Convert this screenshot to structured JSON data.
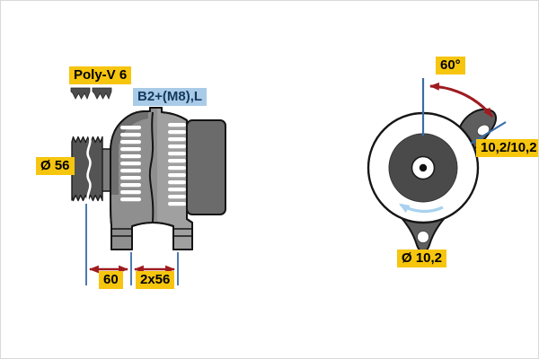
{
  "diagram_title": "alternator-technical-drawing",
  "side_view": {
    "belt_type_label": "Poly-V 6",
    "terminal_label": "B2+(M8),L",
    "pulley_diameter_label": "Ø 56",
    "dimension_front_label": "60",
    "dimension_span_label": "2x56"
  },
  "front_view": {
    "angle_label": "60°",
    "mount_holes_label": "10,2/10,2",
    "hole_diameter_label": "Ø 10,2"
  },
  "icons": {
    "belt_profile": "poly-v-belt-profile-icon",
    "rotation_direction": "rotation-direction-arrow-icon",
    "angle_arc": "angle-arc-arrow-icon"
  },
  "colors": {
    "label_yellow": "#f6c50e",
    "label_blue_bg": "#a9cbe8",
    "label_blue_text": "#123a5e",
    "dimension_blue": "#3a6ca8",
    "arrow_red": "#9e1b20",
    "rotation_arrow_blue": "#a8d2ef",
    "body_gray": "#a0a0a0",
    "dark_gray": "#5e5e5e"
  }
}
